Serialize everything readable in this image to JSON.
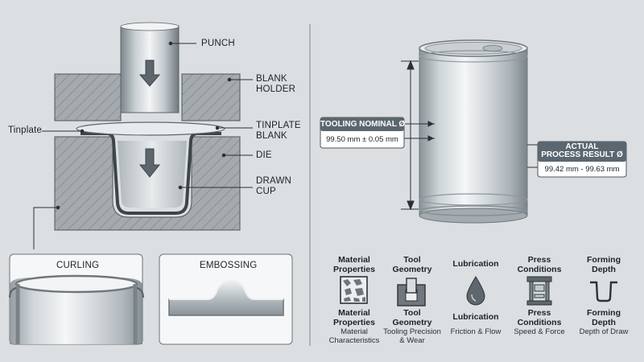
{
  "left_diagram": {
    "labels": {
      "punch": "PUNCH",
      "blank_holder": "BLANK\nHOLDER",
      "tinplate_left": "Tinplate",
      "tinplate_blank": "TINPLATE\nBLANK",
      "die": "DIE",
      "drawn_cup": "DRAWN\nCUP"
    },
    "insets": {
      "curling": "CURLING",
      "embossing": "EMBOSSING"
    }
  },
  "can_diagram": {
    "tooling_box": {
      "title": "TOOLING NOMINAL Ø",
      "value": "99.50 mm ± 0.05 mm"
    },
    "actual_box": {
      "title": "ACTUAL\nPROCESS RESULT Ø",
      "value": "99.42 mm - 99.63 mm"
    }
  },
  "factors": [
    {
      "top": "Material\nProperties",
      "icon": "material-texture-icon",
      "bottom": "Material\nProperties",
      "sub": "Material\nCharacteristics"
    },
    {
      "top": "Tool\nGeometry",
      "icon": "tool-die-icon",
      "bottom": "Tool\nGeometry",
      "sub": "Tooling Precision\n& Wear"
    },
    {
      "top": "Lubrication",
      "icon": "oil-drop-icon",
      "bottom": "Lubrication",
      "sub": "Friction & Flow"
    },
    {
      "top": "Press\nConditions",
      "icon": "press-icon",
      "bottom": "Press\nConditions",
      "sub": "Speed & Force"
    },
    {
      "top": "Forming\nDepth",
      "icon": "depth-profile-icon",
      "bottom": "Forming\nDepth",
      "sub": "Depth of Draw"
    }
  ],
  "colors": {
    "background": "#dcdfe1",
    "box_header": "#5b6770",
    "steel_dark": "#5d666d",
    "steel_light": "#e9ecee"
  }
}
